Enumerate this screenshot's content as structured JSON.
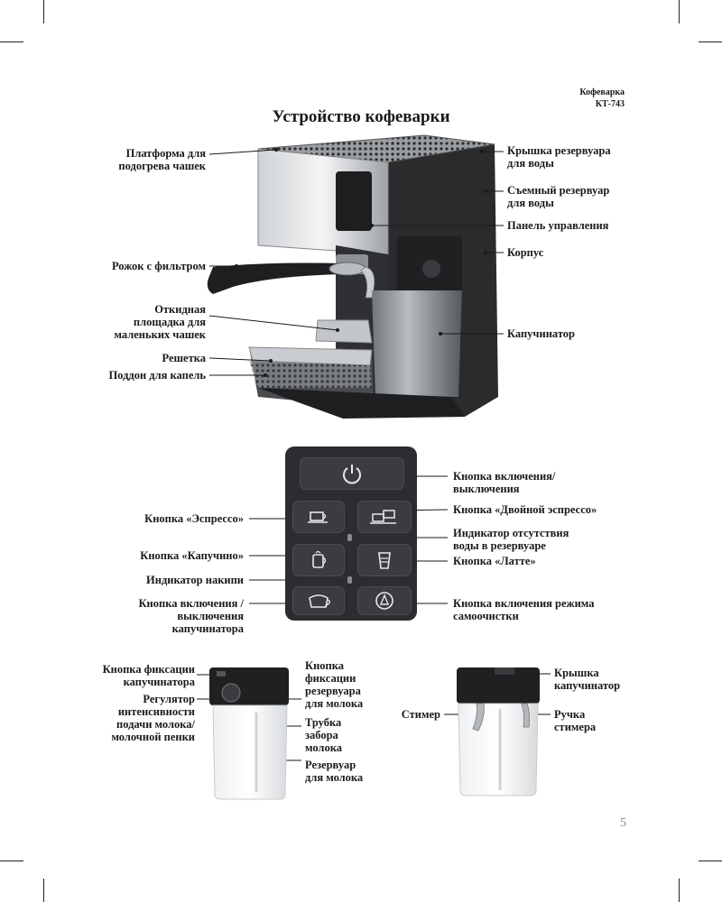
{
  "header": {
    "product": "Кофеварка",
    "model": "КТ-743",
    "title": "Устройство кофеварки",
    "page_number": "5"
  },
  "machine_labels": {
    "platform": [
      "Платформа для",
      "подогрева чашек"
    ],
    "portafilter": "Рожок с фильтром",
    "fold_platform": [
      "Откидная",
      "площадка для",
      "маленьких чашек"
    ],
    "grid": "Решетка",
    "drip_tray": "Поддон для капель",
    "tank_lid": [
      "Крышка резервуара",
      "для воды"
    ],
    "tank": [
      "Съемный резервуар",
      "для воды"
    ],
    "control_panel": "Панель управления",
    "body": "Корпус",
    "cappuccinator": "Капучинатор"
  },
  "panel_labels": {
    "power": [
      "Кнопка включения/",
      "выключения"
    ],
    "espresso": "Кнопка «Эспрессо»",
    "double_espresso": "Кнопка «Двойной эспрессо»",
    "no_water": [
      "Индикатор отсутствия",
      "воды в резервуаре"
    ],
    "cappuccino": "Кнопка «Капучино»",
    "latte": "Кнопка «Латте»",
    "scale": "Индикатор накипи",
    "cappuccinator_power": [
      "Кнопка включения /",
      "выключения",
      "капучинатора"
    ],
    "self_clean": [
      "Кнопка включения режима",
      "самоочистки"
    ]
  },
  "milk_labels": {
    "fix_button": [
      "Кнопка фиксации",
      "капучинатора"
    ],
    "regulator": [
      "Регулятор",
      "интенсивности",
      "подачи молока/",
      "молочной пенки"
    ],
    "fix_tank": [
      "Кнопка",
      "фиксации",
      "резервуара",
      "для молока"
    ],
    "tube": [
      "Трубка",
      "забора",
      "молока"
    ],
    "milk_tank": [
      "Резервуар",
      "для молока"
    ],
    "steamer": "Стимер",
    "cap_lid": [
      "Крышка",
      "капучинатор"
    ],
    "steamer_handle": [
      "Ручка",
      "стимера"
    ]
  },
  "icons": {
    "power": "power-icon",
    "espresso": "cup-icon",
    "double_espresso": "double-cup-icon",
    "cappuccino": "tall-cup-icon",
    "latte": "latte-glass-icon",
    "cappuccinator": "foam-cup-icon",
    "clean": "cycle-icon"
  }
}
